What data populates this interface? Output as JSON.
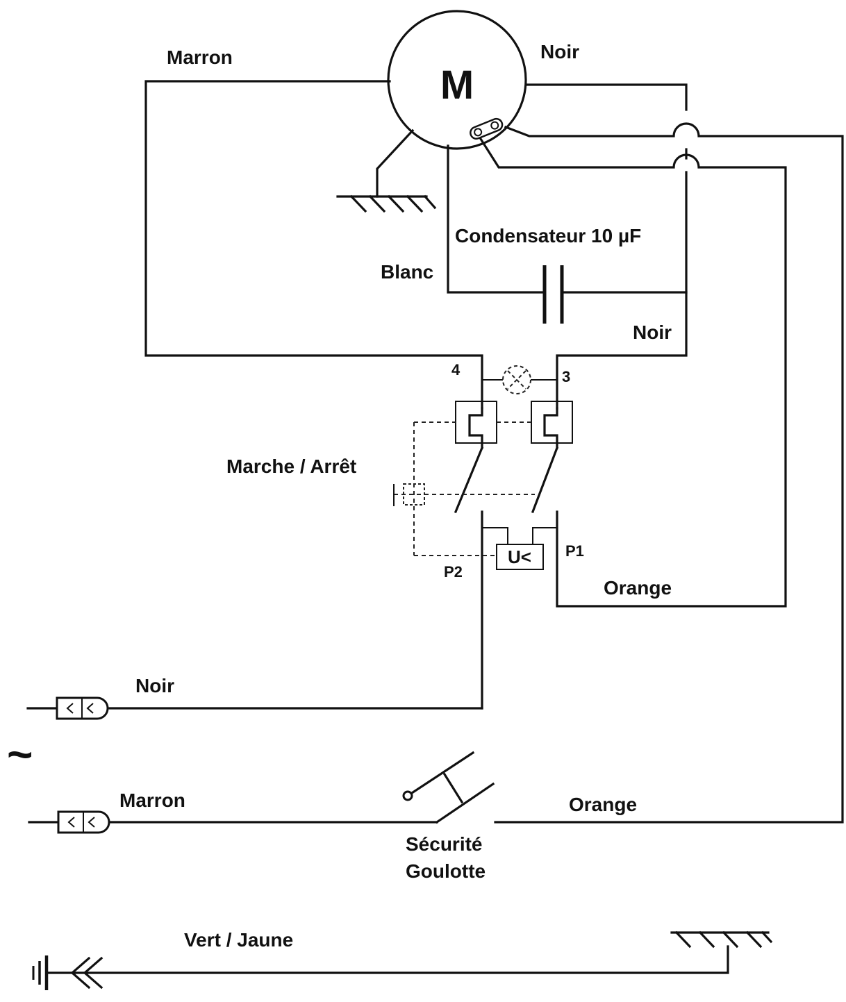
{
  "motor": {
    "symbol": "M"
  },
  "labels": {
    "marron_top": "Marron",
    "noir_top": "Noir",
    "condensateur": "Condensateur 10 µF",
    "blanc": "Blanc",
    "noir_cap": "Noir",
    "terminal_4": "4",
    "terminal_3": "3",
    "marche_arret": "Marche / Arrêt",
    "undervoltage": "U<",
    "p1": "P1",
    "p2": "P2",
    "orange_right": "Orange",
    "noir_plug": "Noir",
    "tilde": "~",
    "marron_plug": "Marron",
    "orange_bottom": "Orange",
    "securite_line1": "Sécurité",
    "securite_line2": "Goulotte",
    "vert_jaune": "Vert / Jaune"
  },
  "colors": {
    "ink": "#111111",
    "background": "#ffffff"
  }
}
